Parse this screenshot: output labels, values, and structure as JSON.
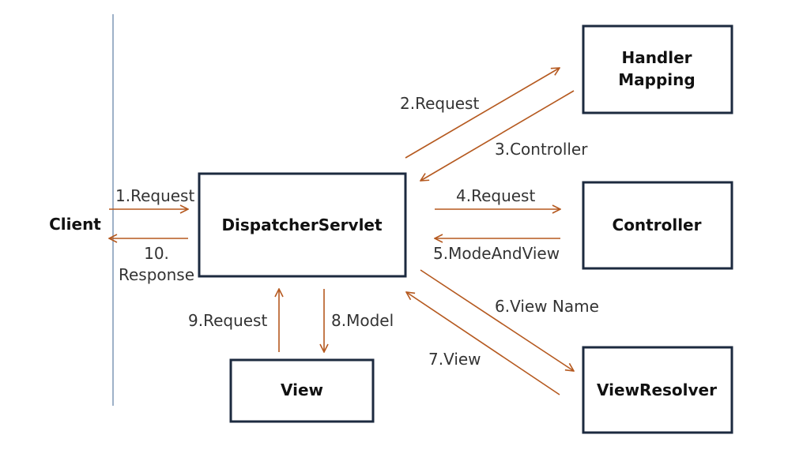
{
  "client": {
    "label": "Client"
  },
  "nodes": {
    "dispatcher": {
      "label": "DispatcherServlet"
    },
    "handler_mapping": {
      "line1": "Handler",
      "line2": "Mapping"
    },
    "controller": {
      "label": "Controller"
    },
    "view_resolver": {
      "label": "ViewResolver"
    },
    "view": {
      "label": "View"
    }
  },
  "flows": {
    "f1": "1.Request",
    "f2": "2.Request",
    "f3": "3.Controller",
    "f4": "4.Request",
    "f5": "5.ModeAndView",
    "f6": "6.View Name",
    "f7": "7.View",
    "f8": "8.Model",
    "f9": "9.Request",
    "f10_line1": "10.",
    "f10_line2": "Response"
  },
  "colors": {
    "box_border": "#1c2a3f",
    "arrow": "#b5591f",
    "lifeline": "#7f97b5"
  }
}
